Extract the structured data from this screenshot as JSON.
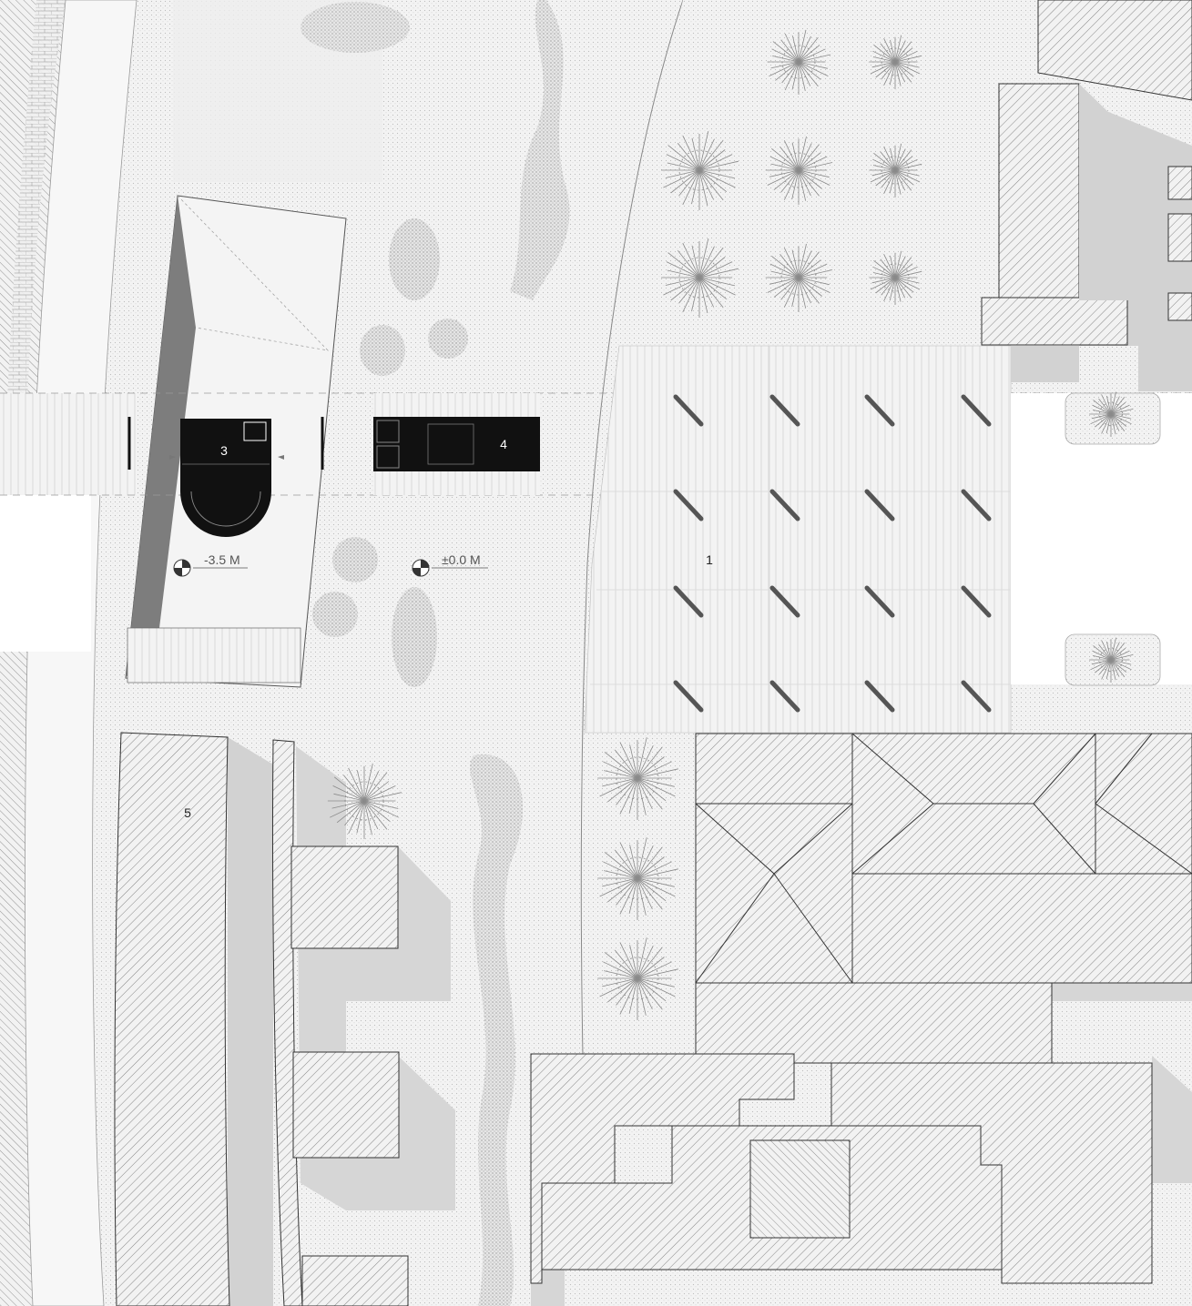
{
  "labels": {
    "plaza": "1",
    "pavilion_round": "3",
    "pavilion_rect": "4",
    "long_building": "5"
  },
  "levels": {
    "lower": "-3.5 M",
    "ground": "±0.0 M"
  },
  "colors": {
    "background": "#ffffff",
    "ground": "#eeeeee",
    "shadow": "#cfcfcf",
    "roof_hatch": "#555555",
    "pavilion": "#111111",
    "tree_line": "#7a7a7a"
  }
}
